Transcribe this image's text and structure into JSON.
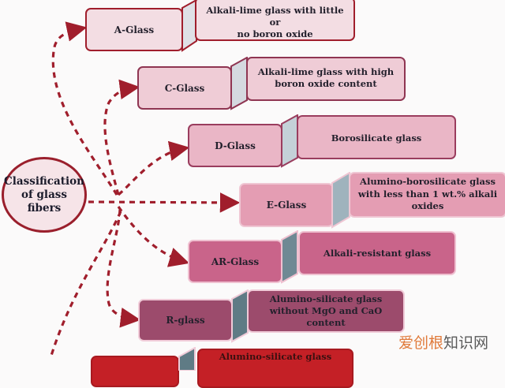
{
  "diagram": {
    "root": {
      "label": "Classification of glass fibers",
      "line1": "Classification",
      "line2": "of glass fibers"
    },
    "types": [
      {
        "name": "A-Glass",
        "description_lines": [
          "Alkali-lime glass with little or",
          "no boron oxide"
        ],
        "fill": "#f3dde3",
        "border": "#a01e2c",
        "side": "#dfe0e6"
      },
      {
        "name": "C-Glass",
        "description_lines": [
          "Alkali-lime glass with high",
          "boron oxide content"
        ],
        "fill": "#efccd6",
        "border": "#8f3552",
        "side": "#d5d9e0"
      },
      {
        "name": "D-Glass",
        "description_lines": [
          "Borosilicate glass"
        ],
        "fill": "#eab6c6",
        "border": "#9a3d5e",
        "side": "#c4d1d8"
      },
      {
        "name": "E-Glass",
        "description_lines": [
          "Alumino-borosilicate glass",
          "with less than 1 wt.% alkali",
          "oxides"
        ],
        "fill": "#e49db3",
        "border": "#e9b9c8",
        "side": "#9fb3bd"
      },
      {
        "name": "AR-Glass",
        "description_lines": [
          "Alkali-resistant glass"
        ],
        "fill": "#c9648a",
        "border": "#e3a7bc",
        "side": "#6f8994"
      },
      {
        "name": "R-glass",
        "description_lines": [
          "Alumino-silicate glass",
          "without MgO and CaO",
          "content"
        ],
        "fill": "#9c4b6c",
        "border": "#e8c2d0",
        "side": "#5f7b85"
      },
      {
        "name": "",
        "description_lines": [
          "Alumino-silicate glass"
        ],
        "fill": "#c42026",
        "border": "#a81a20",
        "side": "#5f7b85"
      }
    ],
    "connector_color": "#a01e2c"
  },
  "watermark": {
    "part1": "爱创根",
    "part2": "知识网"
  }
}
